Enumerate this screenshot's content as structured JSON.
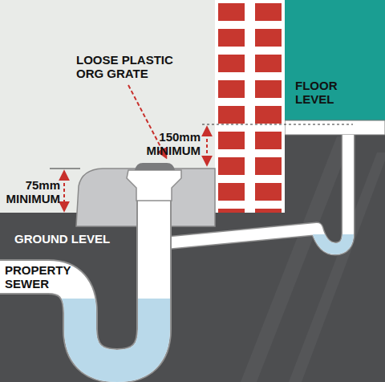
{
  "diagram": {
    "labels": [
      "LOOSE PLASTIC ORG GRATE",
      "150mm MINIMUM",
      "75mm MINIMUM",
      "FLOOR LEVEL",
      "GROUND LEVEL",
      "PROPERTY SEWER"
    ]
  }
}
